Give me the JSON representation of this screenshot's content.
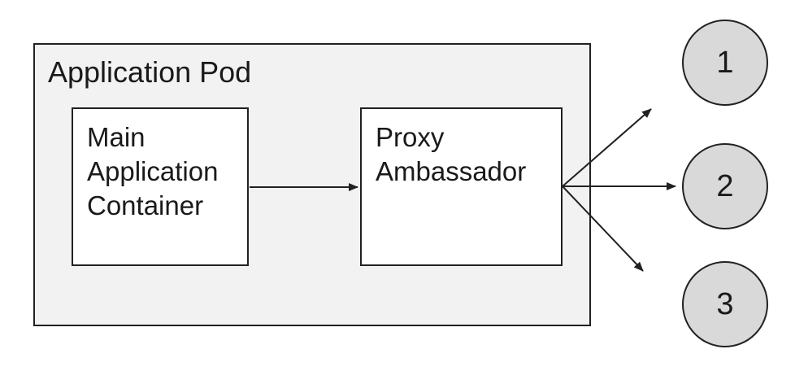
{
  "colors": {
    "canvas_bg": "#ffffff",
    "pod_fill": "#f2f2f2",
    "node_fill": "#ffffff",
    "circle_fill": "#d9d9d9",
    "stroke": "#212121",
    "text": "#1a1a1a"
  },
  "diagram": {
    "pod": {
      "label": "Application Pod",
      "nodes": [
        {
          "id": "main",
          "label": "Main Application Container"
        },
        {
          "id": "proxy",
          "label": "Proxy Ambassador"
        }
      ]
    },
    "endpoints": [
      {
        "id": "endpoint-1",
        "label": "1"
      },
      {
        "id": "endpoint-2",
        "label": "2"
      },
      {
        "id": "endpoint-3",
        "label": "3"
      }
    ],
    "connections": [
      {
        "from": "main",
        "to": "proxy",
        "type": "arrow"
      },
      {
        "from": "proxy",
        "to": "endpoint-1",
        "type": "arrow"
      },
      {
        "from": "proxy",
        "to": "endpoint-2",
        "type": "arrow"
      },
      {
        "from": "proxy",
        "to": "endpoint-3",
        "type": "arrow"
      }
    ]
  }
}
